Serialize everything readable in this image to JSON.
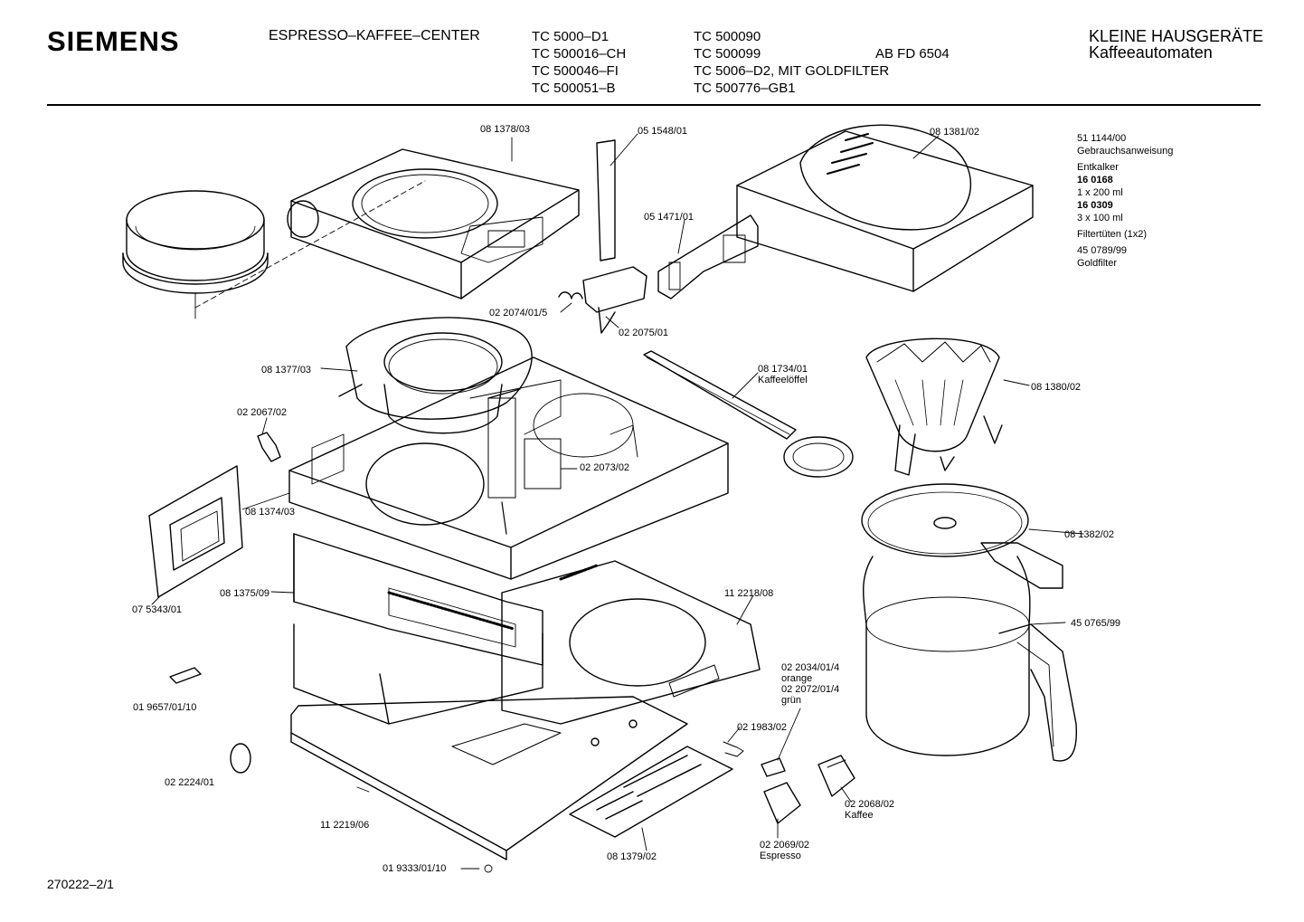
{
  "header": {
    "brand": "SIEMENS",
    "product": "ESPRESSO–KAFFEE–CENTER",
    "models_col1": [
      "TC 5000–D1",
      "TC 500016–CH",
      "TC 500046–FI",
      "TC 500051–B"
    ],
    "models_col2": [
      "TC 500090",
      "TC 500099",
      "TC 5006–D2, MIT GOLDFILTER",
      "TC 500776–GB1"
    ],
    "ab_number": "AB FD 6504",
    "category": "KLEINE HAUSGERÄTE",
    "subcategory": "Kaffeeautomaten"
  },
  "accessories": {
    "manual_no": "51 1144/00",
    "manual_label": "Gebrauchsanweisung",
    "descaler_label": "Entkalker",
    "descaler_no1": "16 0168",
    "descaler_qty1": "1 x 200 ml",
    "descaler_no2": "16 0309",
    "descaler_qty2": "3 x 100 ml",
    "filter_bags": "Filtertüten (1x2)",
    "goldfilter_no": "45 0789/99",
    "goldfilter_label": "Goldfilter"
  },
  "parts": {
    "p081378": "08 1378/03",
    "p051548": "05 1548/01",
    "p081381": "08 1381/02",
    "p051471": "05 1471/01",
    "p022074": "02 2074/01/5",
    "p022075": "02 2075/01",
    "p081377": "08 1377/03",
    "p081734": "08 1734/01",
    "p081734_name": "Kaffeelöffel",
    "p081380": "08 1380/02",
    "p022067": "02 2067/02",
    "p022073": "02 2073/02",
    "p081374": "08 1374/03",
    "p081382": "08 1382/02",
    "p075343": "07 5343/01",
    "p081375": "08 1375/09",
    "p112218": "11 2218/08",
    "p450765": "45 0765/99",
    "p019657": "01 9657/01/10",
    "p022034": "02 2034/01/4",
    "p022034_color": "orange",
    "p022072": "02 2072/01/4",
    "p022072_color": "grün",
    "p021983": "02 1983/02",
    "p022224": "02 2224/01",
    "p022068": "02 2068/02",
    "p022068_name": "Kaffee",
    "p112219": "11 2219/06",
    "p081379": "08 1379/02",
    "p022069": "02 2069/02",
    "p022069_name": "Espresso",
    "p019333": "01 9333/01/10"
  },
  "footer": {
    "sheet": "270222–2/1"
  }
}
